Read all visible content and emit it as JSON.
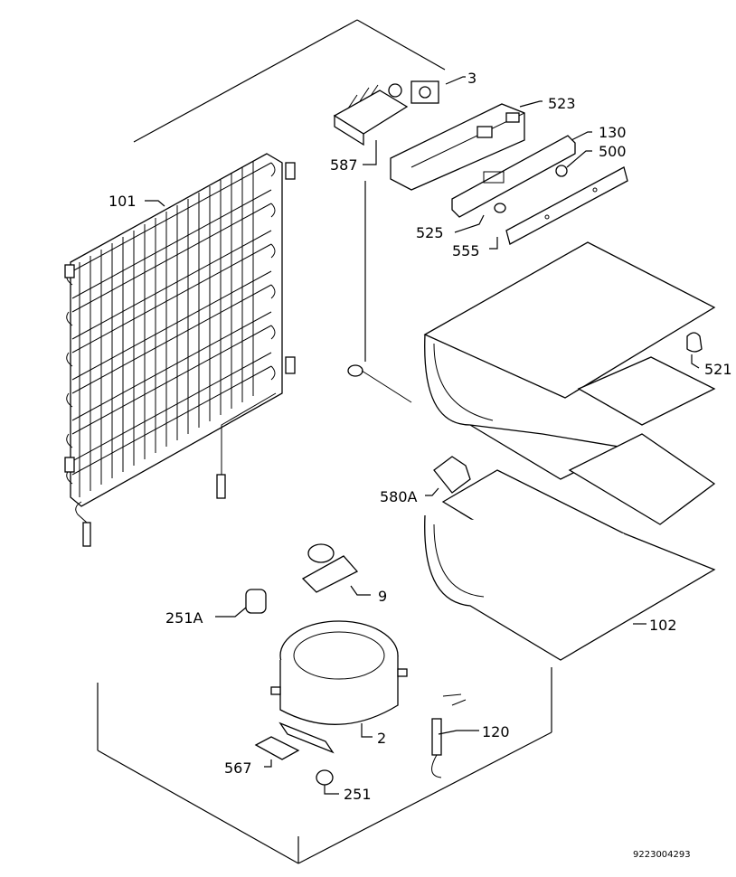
{
  "labels": {
    "p3": "3",
    "p523": "523",
    "p130": "130",
    "p500": "500",
    "p587": "587",
    "p101": "101",
    "p525": "525",
    "p555": "555",
    "p521": "521",
    "p580a": "580A",
    "p9": "9",
    "p251a": "251A",
    "p102": "102",
    "p2": "2",
    "p120": "120",
    "p567": "567",
    "p251": "251"
  },
  "drawing_number": "9223004293"
}
